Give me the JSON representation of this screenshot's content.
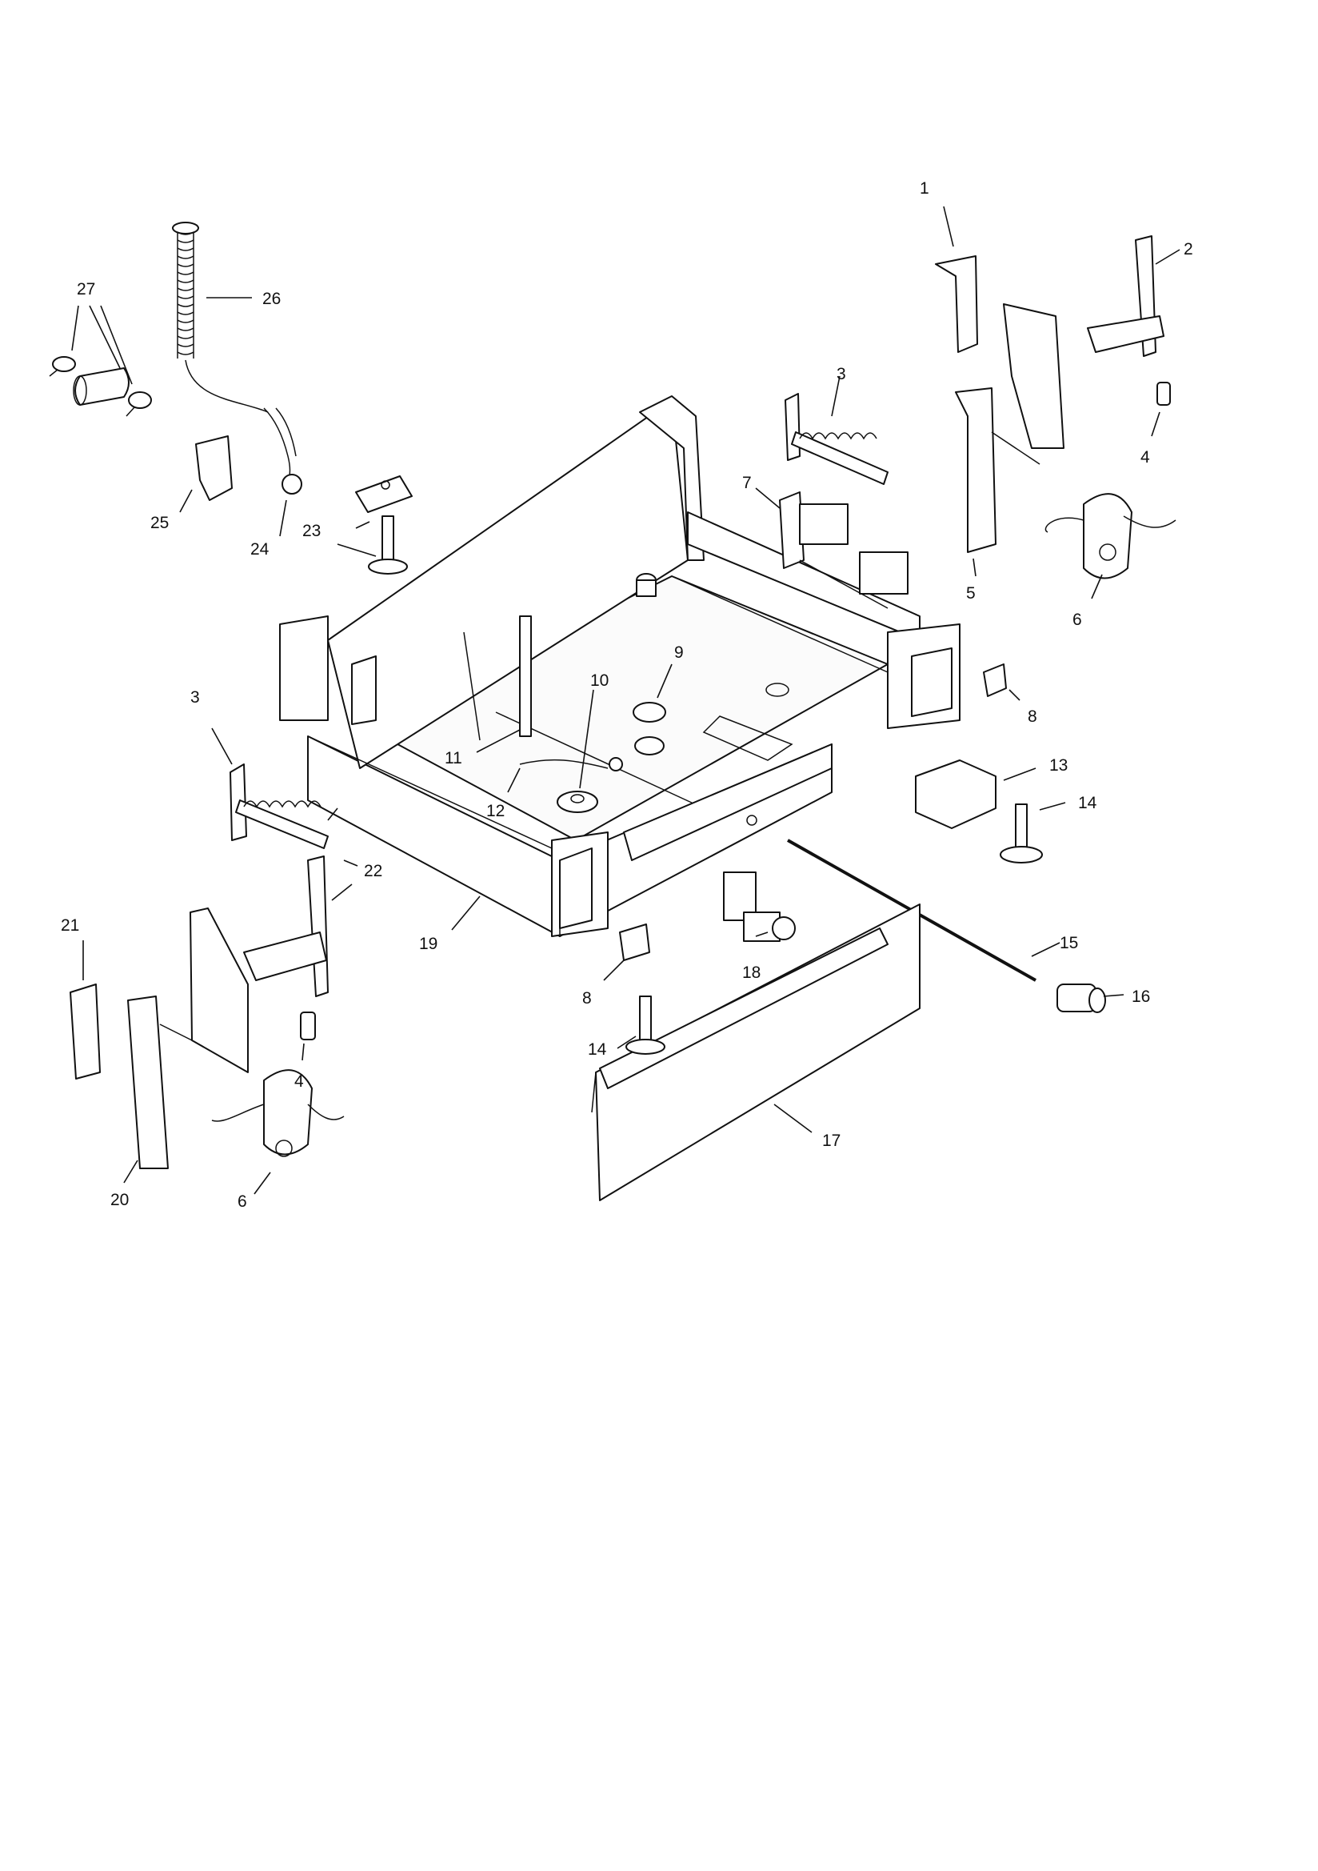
{
  "diagram": {
    "callouts": [
      {
        "id": "c1",
        "text": "1"
      },
      {
        "id": "c2",
        "text": "2"
      },
      {
        "id": "c3a",
        "text": "3"
      },
      {
        "id": "c3b",
        "text": "3"
      },
      {
        "id": "c4a",
        "text": "4"
      },
      {
        "id": "c4b",
        "text": "4"
      },
      {
        "id": "c5",
        "text": "5"
      },
      {
        "id": "c6a",
        "text": "6"
      },
      {
        "id": "c6b",
        "text": "6"
      },
      {
        "id": "c7",
        "text": "7"
      },
      {
        "id": "c8a",
        "text": "8"
      },
      {
        "id": "c8b",
        "text": "8"
      },
      {
        "id": "c9",
        "text": "9"
      },
      {
        "id": "c10",
        "text": "10"
      },
      {
        "id": "c11",
        "text": "11"
      },
      {
        "id": "c12",
        "text": "12"
      },
      {
        "id": "c13",
        "text": "13"
      },
      {
        "id": "c14a",
        "text": "14"
      },
      {
        "id": "c14b",
        "text": "14"
      },
      {
        "id": "c15",
        "text": "15"
      },
      {
        "id": "c16",
        "text": "16"
      },
      {
        "id": "c17",
        "text": "17"
      },
      {
        "id": "c18",
        "text": "18"
      },
      {
        "id": "c19",
        "text": "19"
      },
      {
        "id": "c20",
        "text": "20"
      },
      {
        "id": "c21",
        "text": "21"
      },
      {
        "id": "c22",
        "text": "22"
      },
      {
        "id": "c23",
        "text": "23"
      },
      {
        "id": "c24",
        "text": "24"
      },
      {
        "id": "c25",
        "text": "25"
      },
      {
        "id": "c26",
        "text": "26"
      },
      {
        "id": "c27",
        "text": "27"
      }
    ]
  }
}
